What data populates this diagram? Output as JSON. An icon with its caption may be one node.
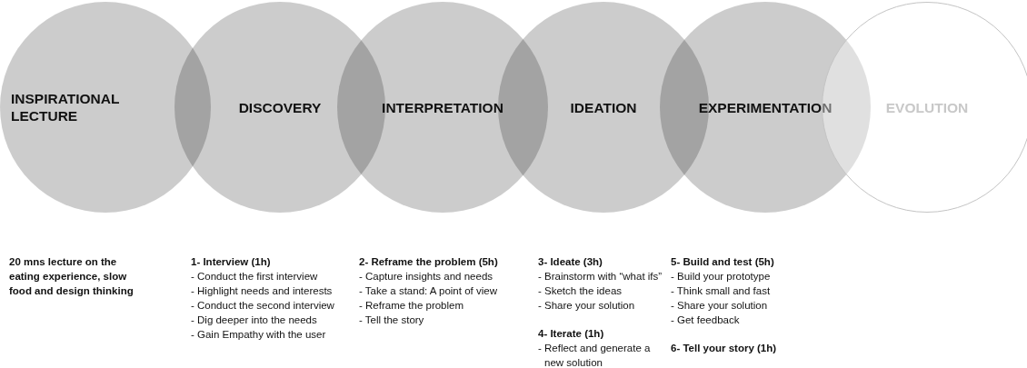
{
  "diagram": {
    "nodes": [
      {
        "text": [
          "INSPIRATIONAL LECTURE"
        ]
      },
      {
        "text": [
          "DISCOVERY"
        ],
        "beside": [
          "1- Interview (1h)",
          "- Conduct the first interview",
          "- Highlight needs and interests",
          "- Conduct the second interview",
          "- Dig deeper into the needs",
          "- Gain Empathy with the user"
        ]
      },
      {
        "text": [
          "INTERPRETATION"
        ],
        "beside": [
          "2- Reframe the problem (5h)",
          "- Capture insights and needs",
          "- Take a stand: A point of view",
          "- Reframe the problem",
          "- Tell the story"
        ]
      },
      {
        "text": [
          "IDEATION"
        ],
        "beside": [
          "3- Ideate (3h)",
          "- Brainstorm with “what ifs”",
          "- Sketch the ideas",
          "- Share your solution",
          "4- Iterate (1h)",
          "- Reflect and generate a new solution"
        ]
      },
      {
        "text": [
          "EXPERIMENTATION"
        ],
        "beside": [
          "5- Build and test (5h)",
          "- Build your prototype",
          "- Think small and fast",
          "- Share your solution",
          "- Get feedback",
          "6- Tell your story (1h)"
        ]
      },
      {
        "text": [
          "EVOLUTION"
        ]
      }
    ],
    "labels": [
      "20 mns lecture on the eating experience, slow food and design thinking"
    ]
  }
}
